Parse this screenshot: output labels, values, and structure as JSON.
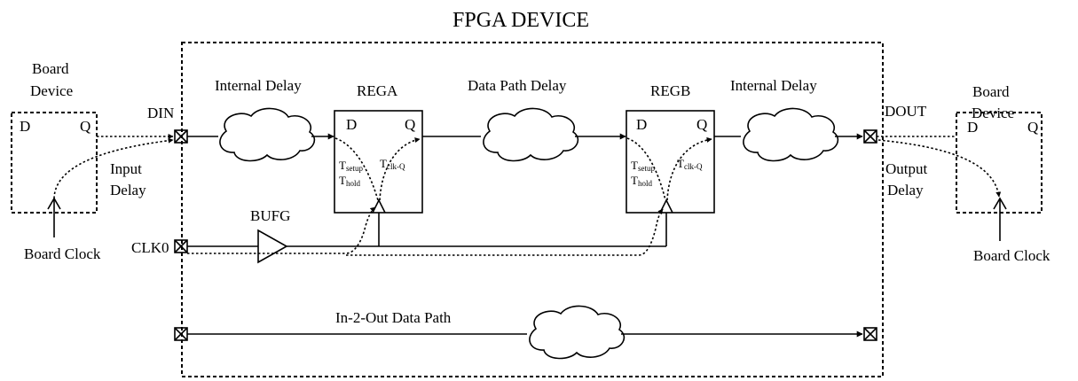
{
  "title": "FPGA DEVICE",
  "board_in": {
    "name_line1": "Board",
    "name_line2": "Device",
    "pin_d": "D",
    "pin_q": "Q",
    "clock": "Board Clock"
  },
  "board_out": {
    "name_line1": "Board",
    "name_line2": "Device",
    "pin_d": "D",
    "pin_q": "Q",
    "clock": "Board Clock"
  },
  "ports": {
    "din": "DIN",
    "dout": "DOUT",
    "clk": "CLK0"
  },
  "input_delay": {
    "line1": "Input",
    "line2": "Delay"
  },
  "output_delay": {
    "line1": "Output",
    "line2": "Delay"
  },
  "internal_delay_in": "Internal Delay",
  "internal_delay_out": "Internal Delay",
  "data_path_delay": "Data Path Delay",
  "in2out": "In-2-Out Data Path",
  "bufg": "BUFG",
  "rega": {
    "name": "REGA",
    "pin_d": "D",
    "pin_q": "Q",
    "setup_main": "T",
    "setup_sub": "setup",
    "hold_main": "T",
    "hold_sub": "hold",
    "clkq_main": "T",
    "clkq_sub": "clk-Q"
  },
  "regb": {
    "name": "REGB",
    "pin_d": "D",
    "pin_q": "Q",
    "setup_main": "T",
    "setup_sub": "setup",
    "hold_main": "T",
    "hold_sub": "hold",
    "clkq_main": "T",
    "clkq_sub": "clk-Q"
  }
}
